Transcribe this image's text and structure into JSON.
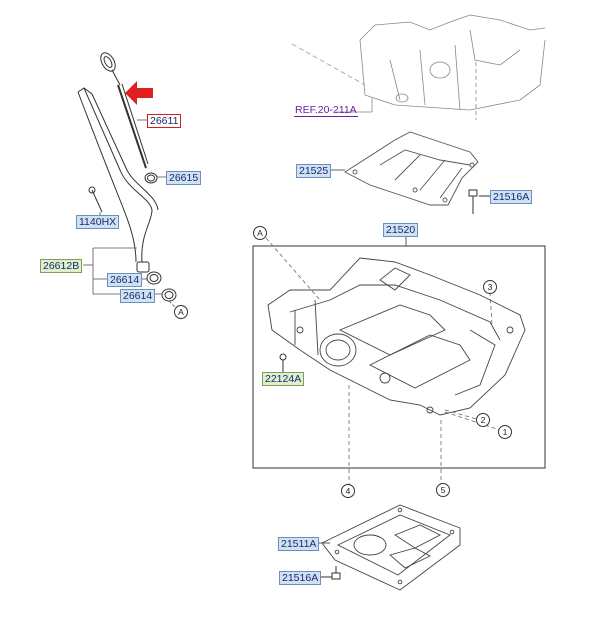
{
  "parts": {
    "dipstick": "26611",
    "dipstick_oring": "26615",
    "guide_bolt": "1140HX",
    "guide_tube": "26612B",
    "tube_oring_upper": "26614",
    "tube_oring_lower": "26614",
    "baffle": "21525",
    "baffle_bolt": "21516A",
    "oil_pan_upper": "21520",
    "drain_plug": "22124A",
    "oil_pan_lower": "21511A",
    "lower_pan_bolt": "21516A"
  },
  "reference": "REF.20-211A",
  "callouts": {
    "a_left": "A",
    "a_right": "A",
    "n1": "1",
    "n2": "2",
    "n3": "3",
    "n4": "4",
    "n5": "5"
  },
  "colors": {
    "label_blue": "#cfe2f5",
    "label_green": "#dfeecd",
    "highlight_red": "#d21d1d",
    "reference_purple": "#6a1fa3"
  }
}
